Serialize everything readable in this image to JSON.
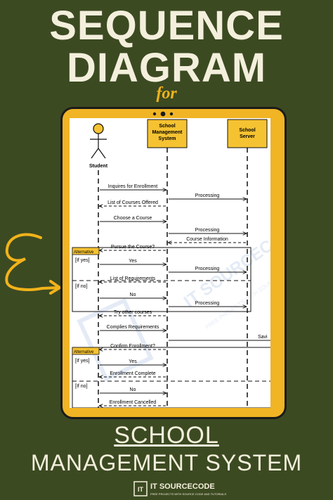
{
  "header": {
    "line1": "SEQUENCE",
    "line2": "DIAGRAM",
    "for": "for"
  },
  "diagram": {
    "actor": "Student",
    "lifelines": [
      "School Management System",
      "School Server"
    ],
    "lifeline_lines": [
      [
        "School",
        "Management",
        "System"
      ],
      [
        "School",
        "Server"
      ]
    ],
    "messages": [
      {
        "text": "Inquires for Enrollment",
        "from": "student",
        "to": "sms",
        "kind": "call"
      },
      {
        "text": "Processing",
        "from": "sms",
        "to": "server",
        "kind": "call"
      },
      {
        "text": "List of Courses Offered",
        "from": "sms",
        "to": "student",
        "kind": "return"
      },
      {
        "text": "Choose a Course",
        "from": "student",
        "to": "sms",
        "kind": "call"
      },
      {
        "text": "Processing",
        "from": "sms",
        "to": "server",
        "kind": "call"
      },
      {
        "text": "Course Information",
        "from": "server",
        "to": "sms",
        "kind": "return"
      },
      {
        "text": "Pursue the Course?",
        "from": "sms",
        "to": "student",
        "kind": "return"
      },
      {
        "text": "Yes",
        "from": "student",
        "to": "sms",
        "kind": "call"
      },
      {
        "text": "Processing",
        "from": "sms",
        "to": "server",
        "kind": "call"
      },
      {
        "text": "List of Requirements",
        "from": "sms",
        "to": "student",
        "kind": "return"
      },
      {
        "text": "No",
        "from": "student",
        "to": "sms",
        "kind": "call"
      },
      {
        "text": "Processing",
        "from": "sms",
        "to": "server",
        "kind": "call"
      },
      {
        "text": "Try other courses",
        "from": "sms",
        "to": "student",
        "kind": "return"
      },
      {
        "text": "Complies Requirements",
        "from": "student",
        "to": "sms",
        "kind": "call"
      },
      {
        "text": "Savi",
        "from": "sms",
        "to": "server",
        "kind": "call"
      },
      {
        "text": "Confirm Enrollment?",
        "from": "sms",
        "to": "student",
        "kind": "return"
      },
      {
        "text": "Yes",
        "from": "student",
        "to": "sms",
        "kind": "call"
      },
      {
        "text": "Enrollment Complete",
        "from": "sms",
        "to": "student",
        "kind": "return"
      },
      {
        "text": "No",
        "from": "student",
        "to": "sms",
        "kind": "call"
      },
      {
        "text": "Enrollment Cancelled",
        "from": "sms",
        "to": "student",
        "kind": "return"
      }
    ],
    "fragments": [
      {
        "label": "Alternative",
        "guards": [
          "[If yes]",
          "[If no]"
        ]
      },
      {
        "label": "Alternative",
        "guards": [
          "[If yes]",
          "[If no]"
        ]
      }
    ],
    "watermark": [
      "IT SOURCECODE",
      "FREE PROJECTS WITH SOURCE CODE"
    ]
  },
  "footer": {
    "line1": "SCHOOL",
    "line2": "MANAGEMENT SYSTEM",
    "brand_name": "IT SOURCECODE",
    "brand_tagline": "FREE PROJECTS WITH SOURCE CODE AND TUTORIALS"
  },
  "colors": {
    "background": "#3c4a22",
    "accent": "#f2b31a",
    "headline": "#f4efdc",
    "lifeline_box": "#f5c232"
  }
}
